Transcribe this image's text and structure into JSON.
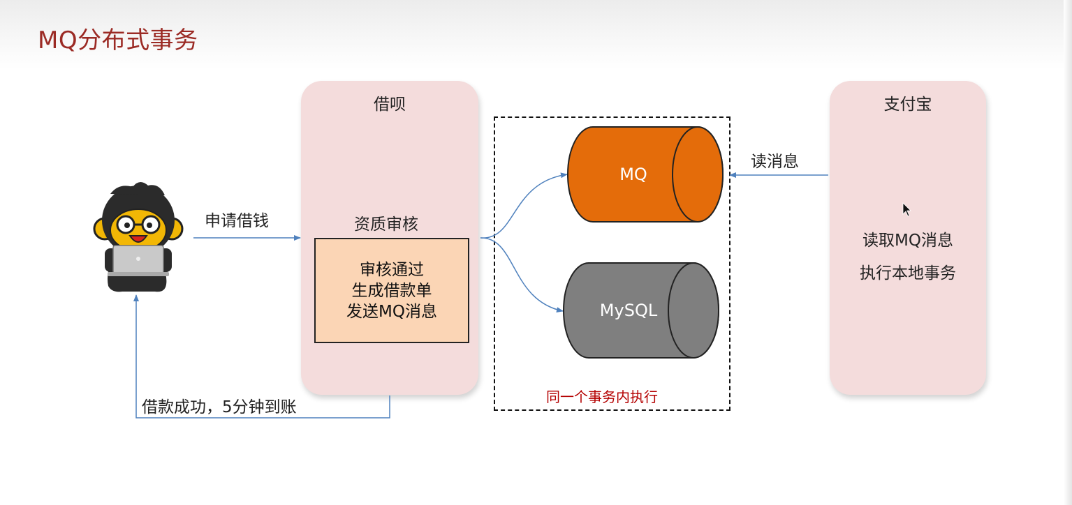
{
  "title": "MQ分布式事务",
  "jiebei": {
    "title": "借呗",
    "review_label": "资质审核",
    "review_lines": [
      "审核通过",
      "生成借款单",
      "发送MQ消息"
    ]
  },
  "alipay": {
    "title": "支付宝",
    "lines": [
      "读取MQ消息",
      "执行本地事务"
    ]
  },
  "arrows": {
    "apply": "申请借钱",
    "success": "借款成功，5分钟到账",
    "read": "读消息"
  },
  "stores": {
    "mq": "MQ",
    "mysql": "MySQL"
  },
  "transaction_caption": "同一个事务内执行",
  "colors": {
    "title": "#9b2a24",
    "panel": "#f4dcdc",
    "review_box": "#fbd5b5",
    "mq": "#e46c0a",
    "mysql": "#7f7f7f",
    "arrow": "#4f81bd",
    "caption": "#b40000"
  }
}
